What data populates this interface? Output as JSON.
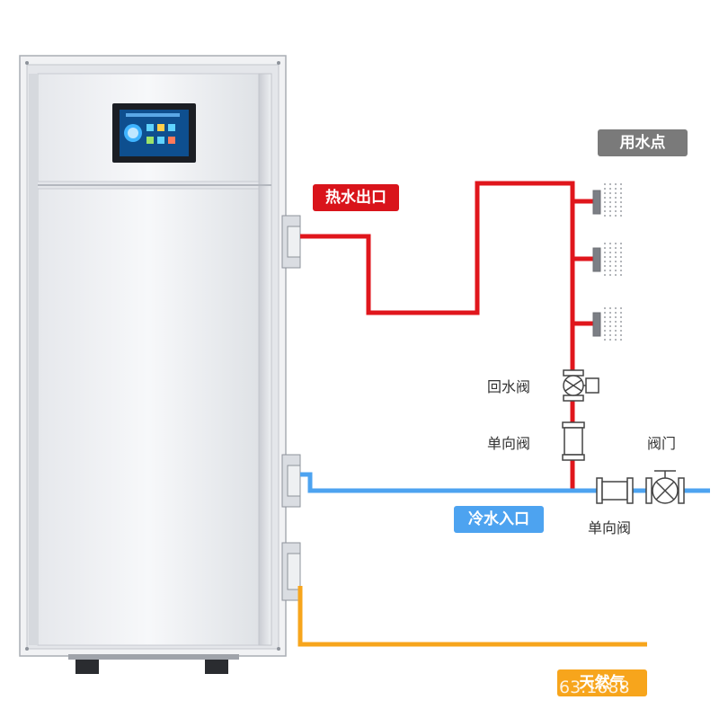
{
  "labels": {
    "use_point": "用水点",
    "hot_outlet": "热水出口",
    "return_valve": "回水阀",
    "check_valve_upper": "单向阀",
    "valve": "阀门",
    "cold_inlet": "冷水入口",
    "check_valve_lower": "单向阀",
    "natural_gas": "天然气"
  },
  "watermark": "63.1688",
  "colors": {
    "hot_pipe": "#e0161c",
    "cold_pipe": "#4da3f0",
    "gas_pipe": "#f7a51c",
    "use_point_tag": "#7a7a7a",
    "hot_tag": "#d9141b",
    "cold_tag": "#4da3f0",
    "gas_tag": "#f7a51c"
  },
  "icons": [
    "control-panel-icon",
    "shower-head-icon",
    "return-valve-icon",
    "check-valve-icon",
    "gate-valve-icon"
  ]
}
